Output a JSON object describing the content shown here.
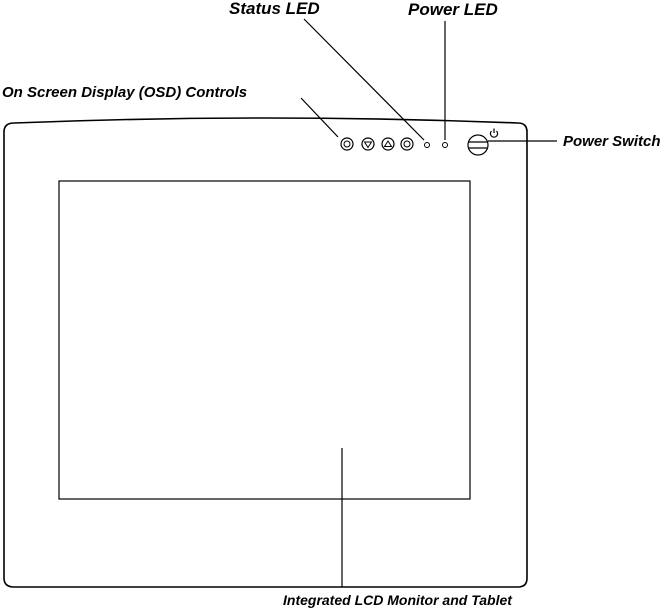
{
  "labels": {
    "status_led": "Status LED",
    "power_led": "Power LED",
    "osd_controls": "On Screen Display (OSD) Controls",
    "power_switch": "Power Switch",
    "lcd_monitor": "Integrated LCD Monitor and Tablet"
  },
  "icons": {
    "osd_buttons": [
      "select-icon",
      "down-icon",
      "up-icon",
      "select-icon"
    ],
    "power_symbol": "power-icon"
  }
}
